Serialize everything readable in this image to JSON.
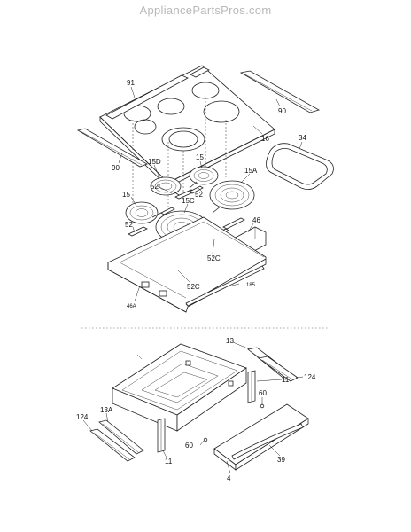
{
  "watermark": "AppliancePartsPros.com",
  "labels": {
    "l91": "91",
    "l90a": "90",
    "l16": "16",
    "l90b": "90",
    "l34": "34",
    "l15D": "15D",
    "l15a": "15",
    "l52a": "52",
    "l52b": "52",
    "l15A": "15A",
    "l15b": "15",
    "l15C": "15C",
    "l52c": "52",
    "l46": "46",
    "l52Ca": "52C",
    "l52Cb": "52C",
    "l185": "185",
    "l46A": "46A",
    "l13": "13",
    "l124a": "124",
    "l11a": "11",
    "l60a": "60",
    "l124b": "124",
    "l13A": "13A",
    "l60b": "60",
    "l11b": "11",
    "l39": "39",
    "l4": "4"
  }
}
